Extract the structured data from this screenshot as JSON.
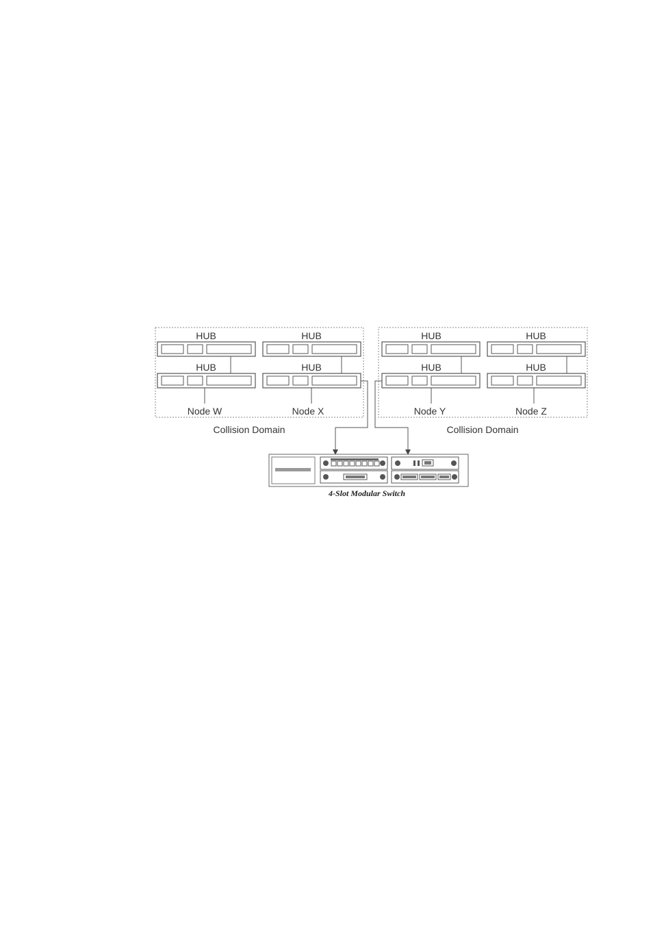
{
  "domains": [
    {
      "label": "Collision Domain",
      "hubs": [
        {
          "label": "HUB"
        },
        {
          "label": "HUB"
        },
        {
          "label": "HUB"
        },
        {
          "label": "HUB"
        }
      ],
      "nodes": [
        {
          "label": "Node W"
        },
        {
          "label": "Node X"
        }
      ]
    },
    {
      "label": "Collision Domain",
      "hubs": [
        {
          "label": "HUB"
        },
        {
          "label": "HUB"
        },
        {
          "label": "HUB"
        },
        {
          "label": "HUB"
        }
      ],
      "nodes": [
        {
          "label": "Node Y"
        },
        {
          "label": "Node Z"
        }
      ]
    }
  ],
  "switch": {
    "caption": "4-Slot Modular Switch"
  },
  "colors": {
    "line": "#555555",
    "dashed_border": "#888888",
    "port_fill": "#555555"
  }
}
